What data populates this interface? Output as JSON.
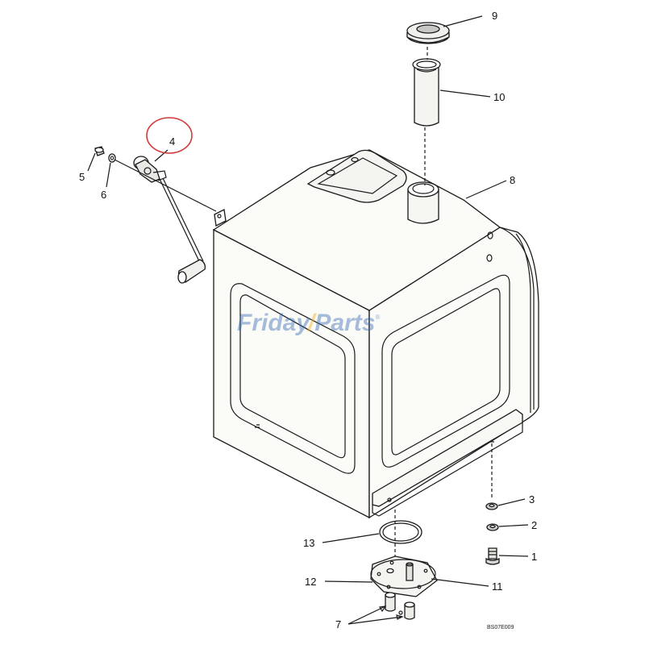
{
  "diagram": {
    "reference_code": "BS07E009",
    "watermark": {
      "brand_first": "Friday",
      "brand_second": "Parts",
      "registered_mark": "®"
    },
    "highlight": {
      "part": "4",
      "color": "#d33a3a"
    },
    "callouts": [
      {
        "id": "c1",
        "label": "1"
      },
      {
        "id": "c2",
        "label": "2"
      },
      {
        "id": "c3",
        "label": "3"
      },
      {
        "id": "c4",
        "label": "4"
      },
      {
        "id": "c5",
        "label": "5"
      },
      {
        "id": "c6",
        "label": "6"
      },
      {
        "id": "c7",
        "label": "7"
      },
      {
        "id": "c8",
        "label": "8"
      },
      {
        "id": "c9",
        "label": "9"
      },
      {
        "id": "c10",
        "label": "10"
      },
      {
        "id": "c11",
        "label": "11"
      },
      {
        "id": "c12",
        "label": "12"
      },
      {
        "id": "c13",
        "label": "13"
      }
    ]
  }
}
